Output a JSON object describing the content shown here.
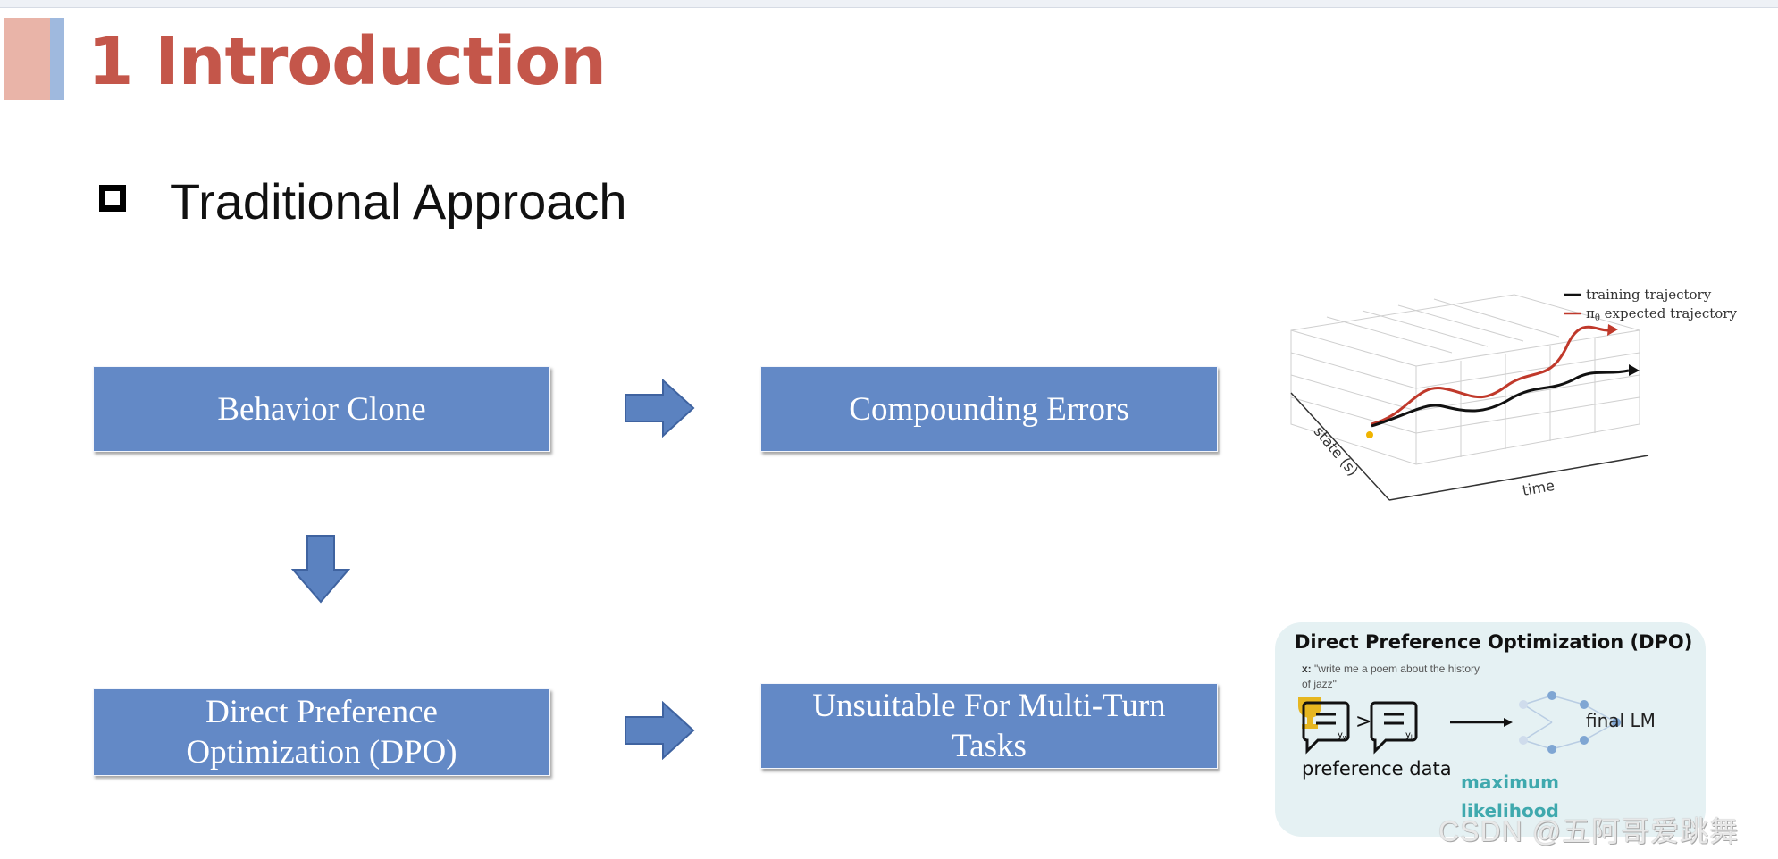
{
  "slide": {
    "title": "1 Introduction",
    "subtitle": "Traditional Approach"
  },
  "flow": {
    "behavior_clone": "Behavior Clone",
    "compounding_errors": "Compounding Errors",
    "dpo_line1": "Direct Preference",
    "dpo_line2": "Optimization (DPO)",
    "unsuitable_line1": "Unsuitable For Multi-Turn",
    "unsuitable_line2": "Tasks"
  },
  "trajectory_figure": {
    "legend_training": "training trajectory",
    "legend_expected": "expected trajectory",
    "legend_expected_symbol": "π",
    "legend_expected_subscript": "θ",
    "axis_state": "state (s)",
    "axis_time": "time"
  },
  "dpo_figure": {
    "title": "Direct Preference Optimization (DPO)",
    "x_label": "x:",
    "x_text": "\"write me a poem about the history of jazz\"",
    "preference_data": "preference data",
    "final_lm": "final LM",
    "maximum": "maximum",
    "likelihood": "likelihood",
    "yw": "y",
    "yw_sub": "w",
    "yl": "y",
    "yl_sub": "l",
    "gt": ">"
  },
  "watermark": "CSDN @五阿哥爱跳舞",
  "colors": {
    "box_fill": "#6389c6",
    "title_color": "#c4564a",
    "training_line": "#111111",
    "expected_line": "#c0392b",
    "max_likelihood": "#3fa9ae"
  }
}
